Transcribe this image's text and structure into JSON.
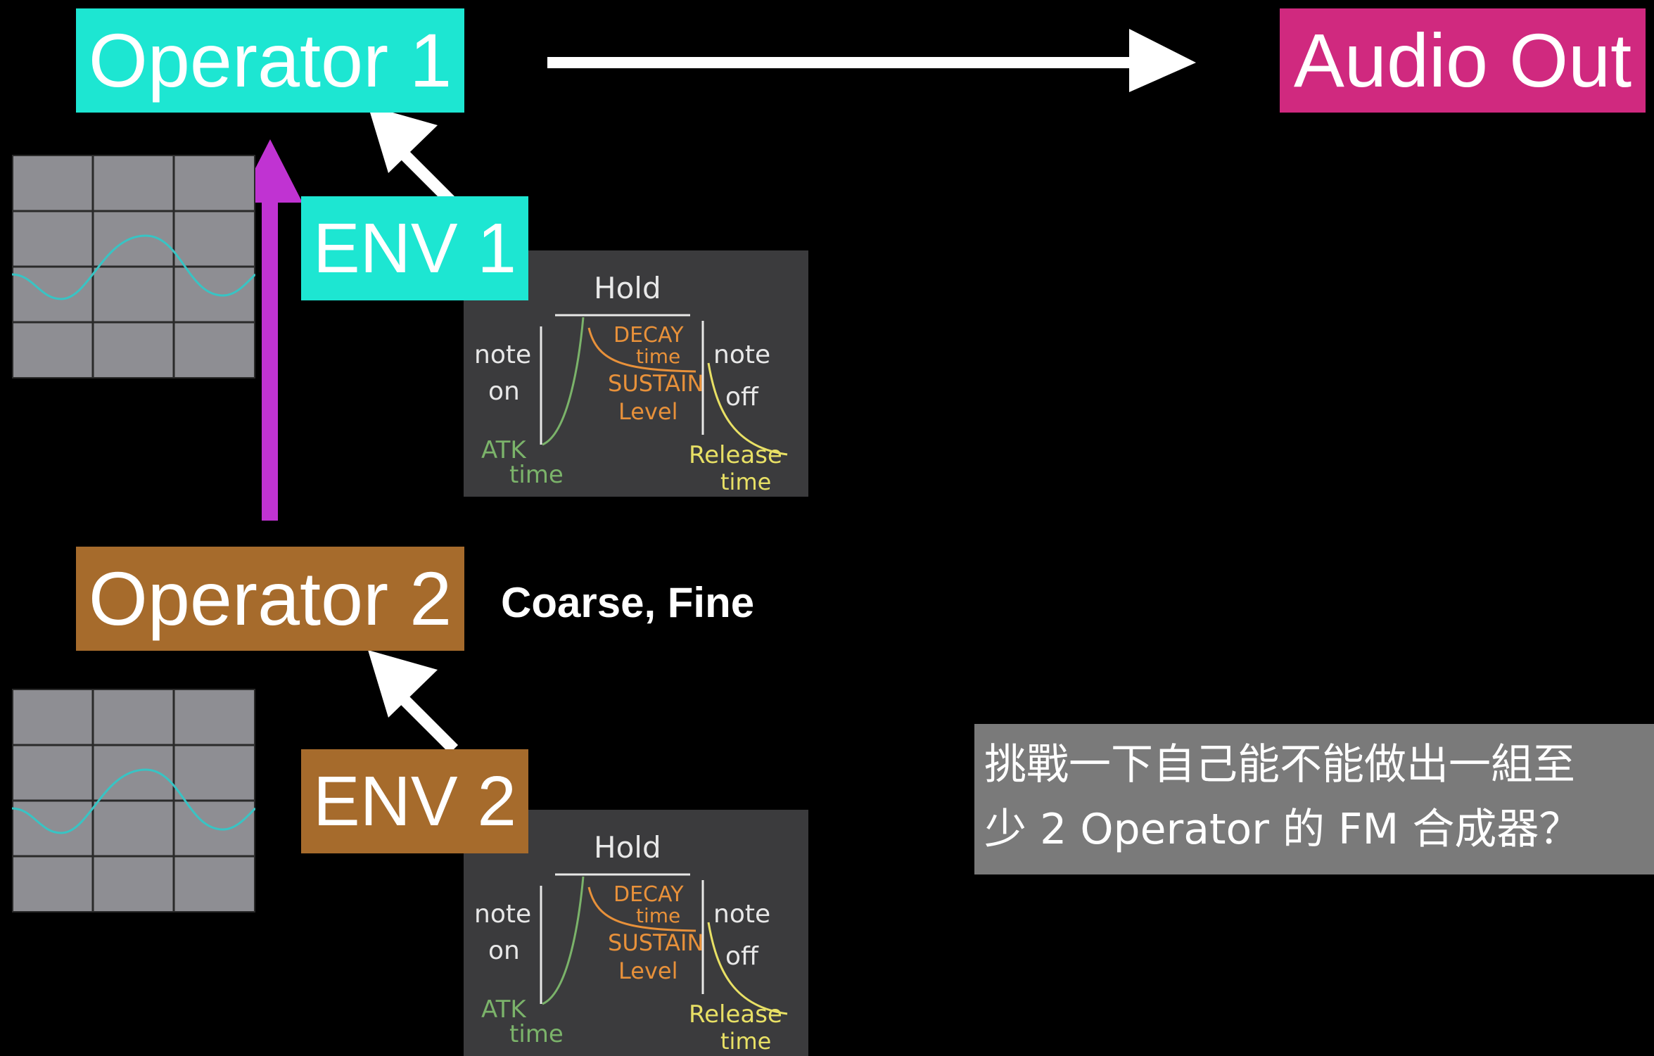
{
  "operator1": {
    "label": "Operator 1",
    "color": "#1de6d2"
  },
  "operator2": {
    "label": "Operator 2",
    "color": "#a66b2c"
  },
  "audio_out": {
    "label": "Audio Out",
    "color": "#d0297f"
  },
  "env1": {
    "label": "ENV 1",
    "color": "#1de6d2"
  },
  "env2": {
    "label": "ENV 2",
    "color": "#a66b2c"
  },
  "operator2_params": "Coarse, Fine",
  "challenge": {
    "line1": "挑戰一下自己能不能做出一組至",
    "line2": "少 2 Operator 的 FM 合成器？"
  },
  "modulation_arrow_color": "#c033d2",
  "envelope_board": {
    "hold": "Hold",
    "note_on_1": "note",
    "note_on_2": "on",
    "note_off_1": "note",
    "note_off_2": "off",
    "decay_1": "DECAY",
    "decay_2": "time",
    "sustain_1": "SUSTAIN",
    "sustain_2": "Level",
    "attack_1": "ATK",
    "attack_2": "time",
    "release_1": "Release",
    "release_2": "time"
  },
  "icons": [
    "sine-scope-icon",
    "adsr-chalkboard-icon",
    "arrow-icon"
  ]
}
